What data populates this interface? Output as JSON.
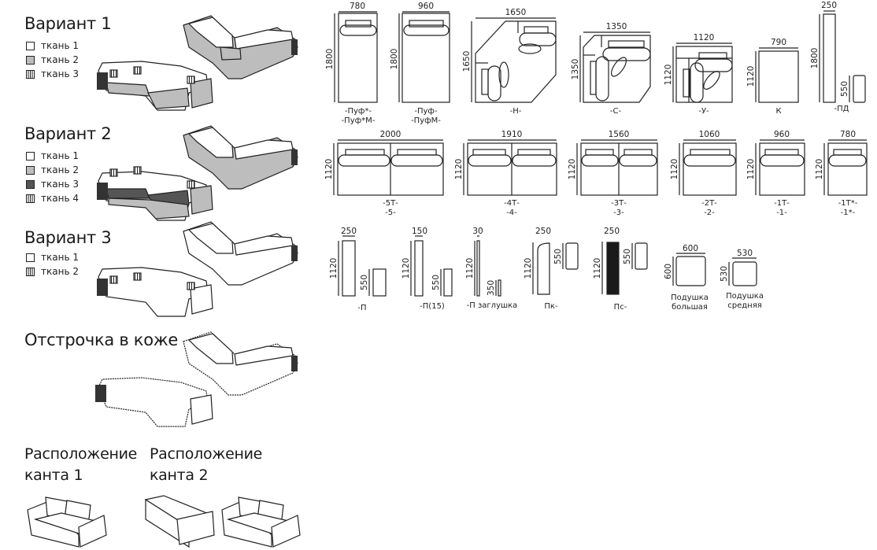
{
  "variants": [
    {
      "title": "Вариант 1",
      "fabrics": [
        {
          "label": "ткань 1",
          "swatch": "white"
        },
        {
          "label": "ткань 2",
          "swatch": "grey"
        },
        {
          "label": "ткань 3",
          "swatch": "stripe"
        }
      ]
    },
    {
      "title": "Вариант 2",
      "fabrics": [
        {
          "label": "ткань 1",
          "swatch": "white"
        },
        {
          "label": "ткань 2",
          "swatch": "grey"
        },
        {
          "label": "ткань 3",
          "swatch": "dark"
        },
        {
          "label": "ткань 4",
          "swatch": "stripe"
        }
      ]
    },
    {
      "title": "Вариант 3",
      "fabrics": [
        {
          "label": "ткань 1",
          "swatch": "white"
        },
        {
          "label": "ткань 2",
          "swatch": "stripe"
        }
      ]
    }
  ],
  "stitching": {
    "title": "Отстрочка в коже"
  },
  "piping": {
    "title1_line1": "Расположение",
    "title1_line2": "канта 1",
    "title2_line1": "Расположение",
    "title2_line2": "канта 2"
  },
  "colors": {
    "fabric_grey": "#bdbdbd",
    "fabric_dark": "#555555",
    "line": "#222222"
  },
  "modules_row1": [
    {
      "id": "puf-star",
      "width": "780",
      "depth": "1800",
      "label1": "-Пуф*-",
      "label2": "-Пуф*М-"
    },
    {
      "id": "puf",
      "width": "960",
      "depth": "1800",
      "label1": "-Пуф-",
      "label2": "-ПуфМ-"
    },
    {
      "id": "h",
      "width": "1650",
      "depth": "1650",
      "label1": "-Н-",
      "label2": ""
    },
    {
      "id": "c",
      "width": "1350",
      "depth": "1350",
      "label1": "-С-",
      "label2": ""
    },
    {
      "id": "u",
      "width": "1120",
      "depth": "1120",
      "label1": "-У-",
      "label2": ""
    },
    {
      "id": "k",
      "width": "790",
      "depth": "1120",
      "label1": "К",
      "label2": ""
    },
    {
      "id": "pd",
      "width": "250",
      "depth": "1800",
      "height": "550",
      "label1": "-ПД",
      "label2": ""
    }
  ],
  "modules_row2": [
    {
      "id": "5",
      "width": "2000",
      "depth": "1120",
      "label1": "-5Т-",
      "label2": "-5-"
    },
    {
      "id": "4",
      "width": "1910",
      "depth": "1120",
      "label1": "-4Т-",
      "label2": "-4-"
    },
    {
      "id": "3",
      "width": "1560",
      "depth": "1120",
      "label1": "-3Т-",
      "label2": "-3-"
    },
    {
      "id": "2",
      "width": "1060",
      "depth": "1120",
      "label1": "-2Т-",
      "label2": "-2-"
    },
    {
      "id": "1",
      "width": "960",
      "depth": "1120",
      "label1": "-1Т-",
      "label2": "-1-"
    },
    {
      "id": "1star",
      "width": "780",
      "depth": "1120",
      "label1": "-1Т*-",
      "label2": "-1*-"
    }
  ],
  "modules_row3": [
    {
      "id": "p",
      "width": "250",
      "depth": "1120",
      "height": "550",
      "label": "-П"
    },
    {
      "id": "p15",
      "width": "150",
      "depth": "1120",
      "height": "550",
      "label": "-П(15)"
    },
    {
      "id": "pz",
      "width": "30",
      "depth": "1120",
      "height": "350",
      "label": "-П заглушка"
    },
    {
      "id": "pk",
      "width": "250",
      "depth": "1120",
      "height": "550",
      "label": "Пк-"
    },
    {
      "id": "ps",
      "width": "250",
      "depth": "1120",
      "height": "550",
      "label": "Пс-"
    }
  ],
  "cushions": [
    {
      "id": "big",
      "size": "600",
      "label1": "Подушка",
      "label2": "большая"
    },
    {
      "id": "mid",
      "size": "530",
      "label1": "Подушка",
      "label2": "средняя"
    }
  ]
}
